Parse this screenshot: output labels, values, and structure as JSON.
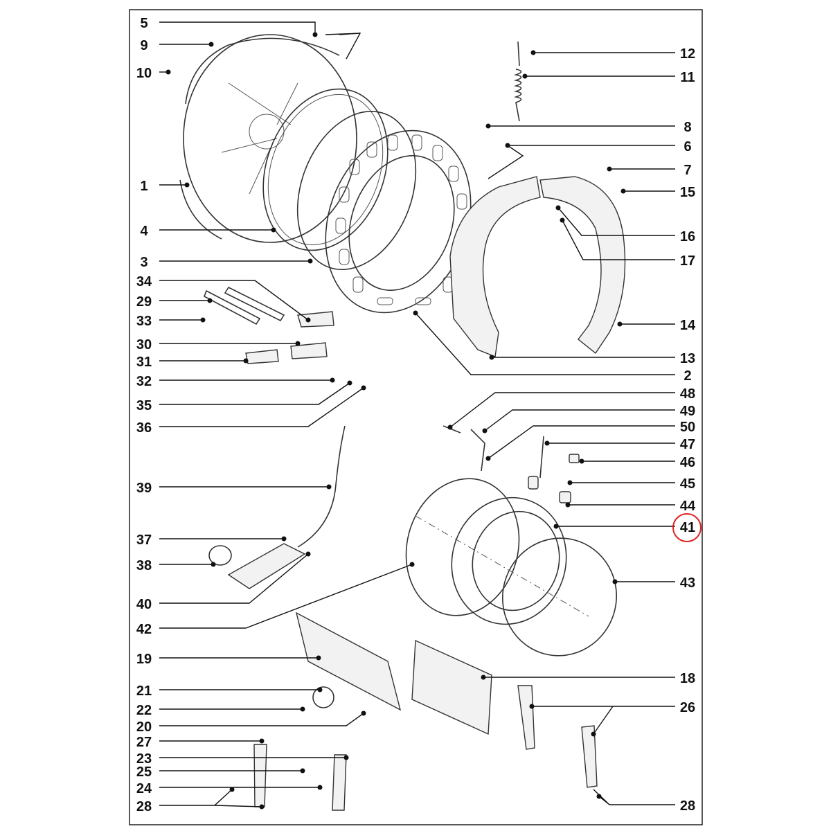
{
  "labels": {
    "l5": "5",
    "l9": "9",
    "l10": "10",
    "l1": "1",
    "l4": "4",
    "l3": "3",
    "l34": "34",
    "l29": "29",
    "l33": "33",
    "l30": "30",
    "l31": "31",
    "l32": "32",
    "l35": "35",
    "l36": "36",
    "l39": "39",
    "l37": "37",
    "l38": "38",
    "l40": "40",
    "l42": "42",
    "l19": "19",
    "l21": "21",
    "l22": "22",
    "l20": "20",
    "l27": "27",
    "l23": "23",
    "l25": "25",
    "l24": "24",
    "l28a": "28",
    "r12": "12",
    "r11": "11",
    "r8": "8",
    "r6": "6",
    "r7": "7",
    "r15": "15",
    "r16": "16",
    "r17": "17",
    "r14": "14",
    "r13": "13",
    "r2": "2",
    "r48": "48",
    "r49": "49",
    "r50": "50",
    "r47": "47",
    "r46": "46",
    "r45": "45",
    "r44": "44",
    "r41": "41",
    "r43": "43",
    "r18": "18",
    "r26": "26",
    "r28b": "28"
  },
  "highlight": {
    "part": "41",
    "color": "#e02020"
  },
  "colors": {
    "line": "#111111",
    "border": "#222222"
  }
}
